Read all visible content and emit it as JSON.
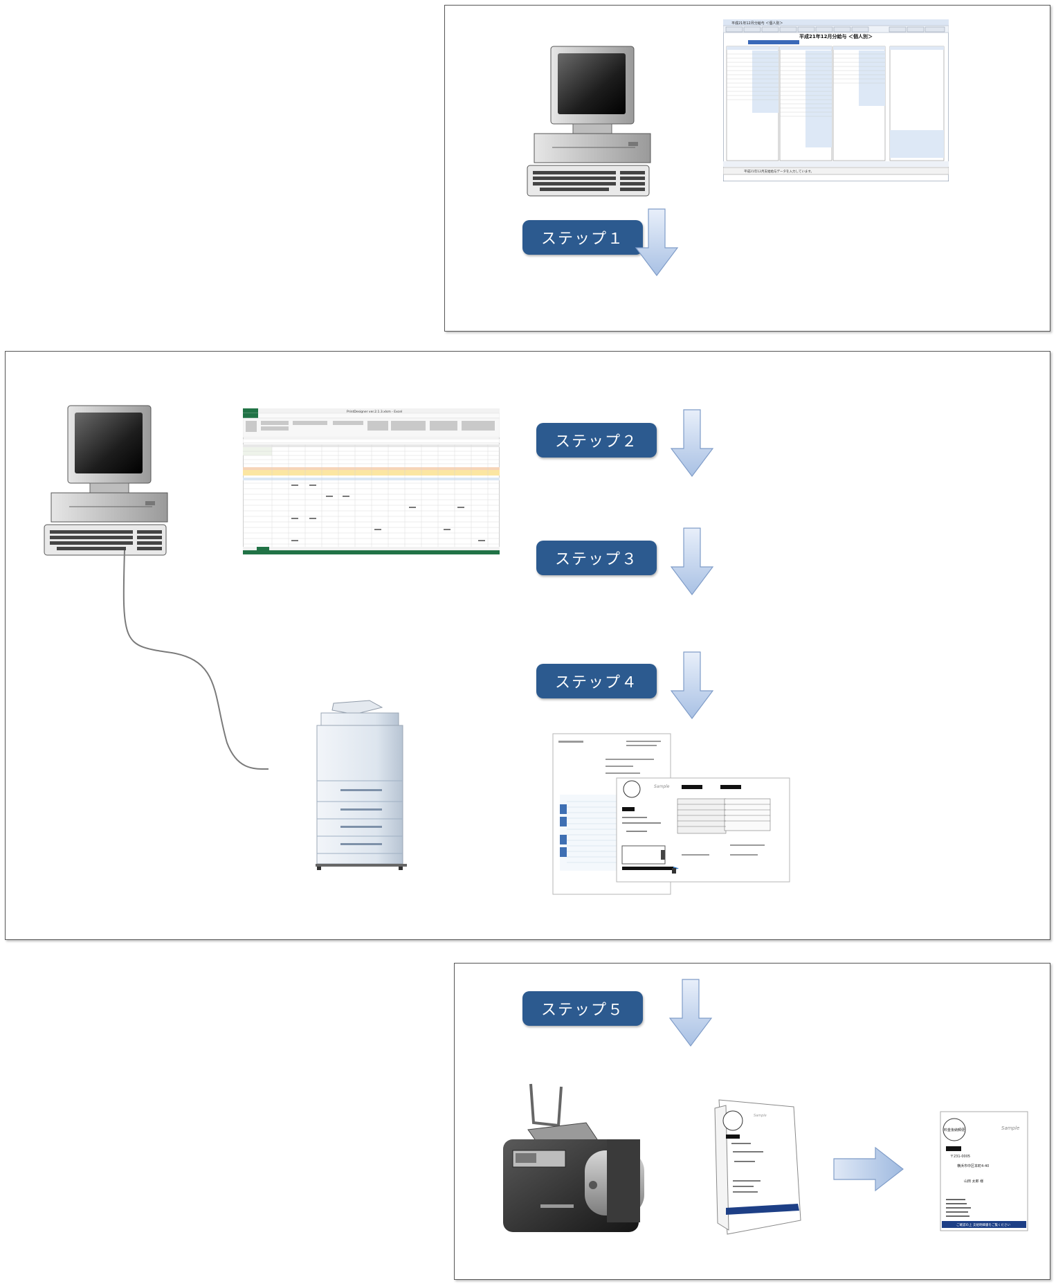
{
  "steps": [
    {
      "label": "ステップ１"
    },
    {
      "label": "ステップ２"
    },
    {
      "label": "ステップ３"
    },
    {
      "label": "ステップ４"
    },
    {
      "label": "ステップ５"
    }
  ],
  "payroll_window": {
    "title": "平成21年12月分給与 ＜個人別＞",
    "heading": "平成21年12月分給与 ＜個人別＞",
    "status": "平成21年12月支給給与データを入力しています。"
  },
  "excel_window": {
    "title": "PrintDesigner ver.2.1.3.xlsm - Excel"
  },
  "documents": {
    "sample_mark": "Sample",
    "postage_mark": "料金後納郵便",
    "zip": "〒231-0005",
    "address": "横浜市中区本町4-40",
    "recipient": "山田 太郎 様",
    "footer": "ご確認の上 支給明細書をご覧ください"
  },
  "colors": {
    "step_badge": "#2c5a8f",
    "arrow_fill": "#bfd2ec",
    "frame": "#555555"
  }
}
